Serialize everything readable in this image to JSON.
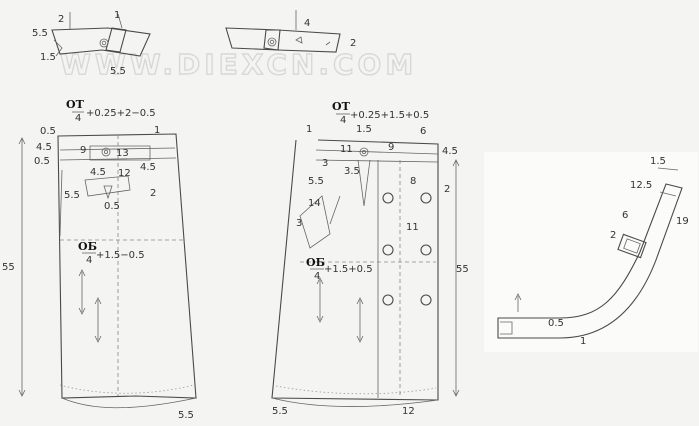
{
  "watermark": "WWW.DIEXCN.COM",
  "front": {
    "waist_label": "ОТ",
    "waist_num": "4",
    "waist_formula": "+0.25+2−0.5",
    "hip_label": "ОБ",
    "hip_num": "4",
    "hip_formula": "+1.5−0.5",
    "dims": [
      "0.5",
      "1",
      "4.5",
      "0.5",
      "9",
      "13",
      "4.5",
      "12",
      "4.5",
      "2",
      "5.5",
      "0.5",
      "55",
      "5.5"
    ]
  },
  "back": {
    "waist_label": "ОТ",
    "waist_num": "4",
    "waist_formula": "+0.25+1.5+0.5",
    "hip_label": "ОБ",
    "hip_num": "4",
    "hip_formula": "+1.5+0.5",
    "dims": [
      "1",
      "1.5",
      "6",
      "11",
      "9",
      "3",
      "3.5",
      "4.5",
      "5.5",
      "8",
      "2",
      "14",
      "3",
      "11",
      "55",
      "5.5",
      "12"
    ]
  },
  "waistband_left": {
    "dims": [
      "5.5",
      "2",
      "1",
      "1.5",
      "5.5"
    ]
  },
  "waistband_right": {
    "dims": [
      "4",
      "2"
    ]
  },
  "belt": {
    "dims": [
      "1.5",
      "12.5",
      "6",
      "2",
      "19",
      "0.5",
      "1"
    ]
  }
}
